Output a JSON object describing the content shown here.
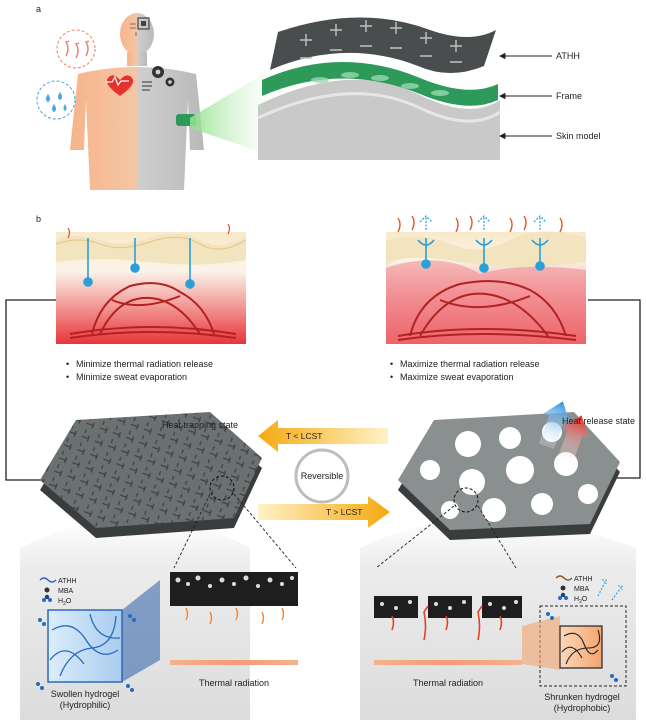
{
  "panel_a": {
    "letter": "a",
    "labels": {
      "athh": "ATHH",
      "frame": "Frame",
      "skin_model": "Skin model"
    }
  },
  "panel_b": {
    "letter": "b",
    "left_bullets": [
      "Minimize thermal radiation release",
      "Minimize sweat evaporation"
    ],
    "right_bullets": [
      "Maximize thermal radiation release",
      "Maximize sweat evaporation"
    ],
    "heat_trapping": "Heat trapping state",
    "heat_release": "Heat release state",
    "reversible": "Reversible",
    "t_low": "T < LCST",
    "t_high": "T > LCST",
    "legend": {
      "athh": "ATHH",
      "mba": "MBA",
      "h2o_main": "H",
      "h2o_sub": "2",
      "h2o_end": "O"
    },
    "swollen": [
      "Swollen hydrogel",
      "(Hydrophilic)"
    ],
    "shrunken": [
      "Shrunken hydrogel",
      "(Hydrophobic)"
    ],
    "thermal_left": "Thermal radiation",
    "thermal_right": "Thermal radiation"
  },
  "colors": {
    "skin": "#f3e4c0",
    "tissue_red": "#e0403a",
    "hydrogel_dark": "#5a5f60",
    "arrow_orange": "#f5b21e",
    "sweat_blue": "#2a9fd8",
    "frame_green": "#2e9a5a"
  }
}
